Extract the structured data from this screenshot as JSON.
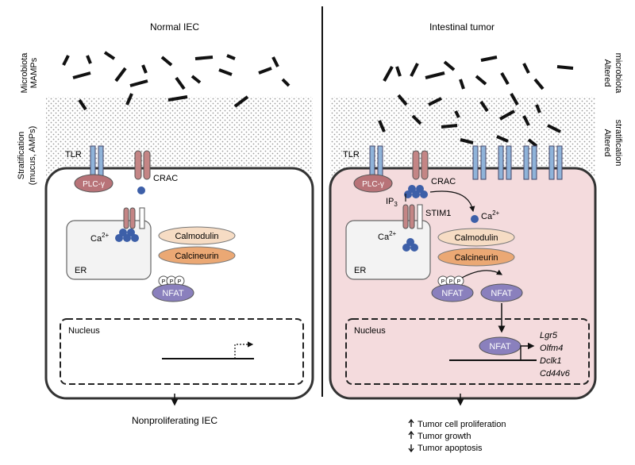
{
  "left_panel": {
    "title": "Normal IEC",
    "side_label_1": "Microbiota",
    "side_label_2": "MAMPs",
    "side_label_3": "Stratification",
    "side_label_4": "(mucus, AMPs)",
    "tlr": "TLR",
    "plc": "PLC-γ",
    "crac": "CRAC",
    "ca": "Ca",
    "ca_sup": "2+",
    "calmodulin": "Calmodulin",
    "calcineurin": "Calcineurin",
    "er": "ER",
    "p": "P",
    "nfat": "NFAT",
    "nucleus": "Nucleus",
    "outcome": "Nonproliferating IEC"
  },
  "right_panel": {
    "title": "Intestinal tumor",
    "side_label_1": "Altered",
    "side_label_2": "microbiota",
    "side_label_3": "Altered",
    "side_label_4": "stratification",
    "tlr": "TLR",
    "plc": "PLC-γ",
    "crac": "CRAC",
    "ip3": "IP",
    "ip3_sub": "3",
    "stim1": "STIM1",
    "ca": "Ca",
    "ca_sup": "2+",
    "ca_er": "Ca",
    "ca_er_sup": "2+",
    "calmodulin": "Calmodulin",
    "calcineurin": "Calcineurin",
    "er": "ER",
    "p": "P",
    "nfat": "NFAT",
    "nfat_free": "NFAT",
    "nfat_nucleus": "NFAT",
    "nucleus": "Nucleus",
    "genes": [
      "Lgr5",
      "Olfm4",
      "Dclk1",
      "Cd44v6"
    ],
    "outcomes": [
      "Tumor cell proliferation",
      "Tumor growth",
      "Tumor apoptosis"
    ],
    "outcome_dirs": [
      "up",
      "up",
      "down"
    ]
  },
  "colors": {
    "plc": "#b87378",
    "tlr": "#8fb3d9",
    "crac": "#c48585",
    "ca": "#3d5fa8",
    "calmodulin": "#f6dcc4",
    "calcineurin": "#eba874",
    "nfat": "#8a80bd",
    "tumor_cell": "#f4dbdd",
    "mucus_dot": "#9a9a9a",
    "bacteria": "#111111"
  }
}
